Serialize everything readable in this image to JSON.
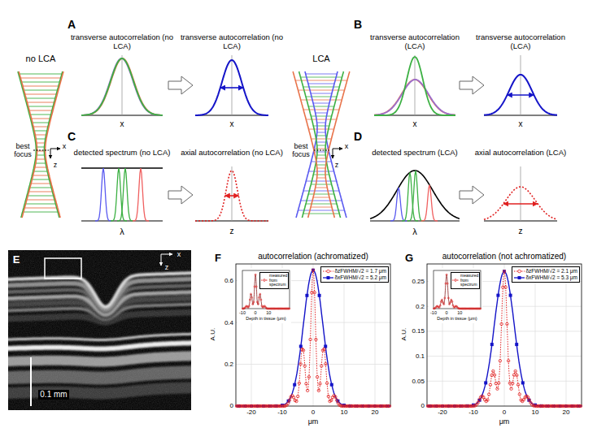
{
  "diagram": {
    "labels": [
      "no LCA",
      "best focus",
      "x",
      "z",
      "A",
      "transverse autocorrelation (no LCA)",
      "transverse autocorrelation (no LCA)",
      "x",
      "x",
      "LCA",
      "best focus",
      "x",
      "z",
      "B",
      "transverse autocorrelation (LCA)",
      "transverse autocorrelation (LCA)",
      "x",
      "x",
      "C",
      "detected spectrum (no LCA)",
      "λ",
      "axial autocorrelation (no LCA)",
      "z",
      "D",
      "detected spectrum (LCA)",
      "λ",
      "axial autocorrelation (LCA)",
      "z",
      "E",
      "x",
      "z",
      "0.1 mm",
      "F",
      "autocorrelation (achromatized)",
      "0",
      "0.2",
      "0.4",
      "0.6",
      "A.U.",
      "-20",
      "-10",
      "0",
      "10",
      "20",
      "μm",
      "Depth in tissue (μm)",
      "-10",
      "0",
      "10",
      "G",
      "autocorrelation (not achromatized)",
      "0",
      "0.05",
      "0.1",
      "0.15",
      "0.2",
      "0.25",
      "A.U.",
      "-20",
      "-10",
      "0",
      "10",
      "20",
      "μm",
      "Depth in tissue (μm)",
      "-10",
      "0",
      "10"
    ],
    "legend": [
      {
        "text": "measured from spectrum"
      },
      {
        "text": "δzFWHM/√2 = 1.7 μm"
      },
      {
        "text": "δxFWHM/√2 = 5.2 μm"
      },
      {
        "text": "measured from spectrum"
      },
      {
        "text": "δzFWHM/√2 = 2.1 μm"
      },
      {
        "text": "δxFWHM/√2 = 5.3 μm"
      }
    ]
  }
}
